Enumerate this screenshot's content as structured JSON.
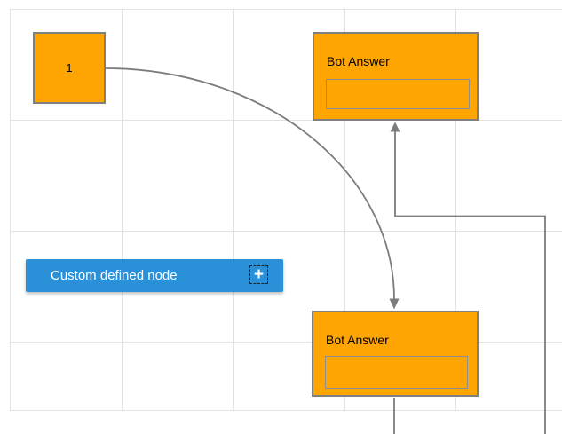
{
  "diagram": {
    "node_1": {
      "label": "1"
    },
    "bot_answer_top": {
      "title": "Bot Answer",
      "text_field_value": ""
    },
    "bot_answer_bottom": {
      "title": "Bot Answer",
      "text_field_value": ""
    },
    "custom_node": {
      "label": "Custom defined node",
      "plus_icon": "+"
    }
  },
  "colors": {
    "node_fill": "#ffa502",
    "node_border": "#7f7f7f",
    "node_inner_border": "#8d8d8d",
    "custom_node_fill": "#2a90d8",
    "custom_node_text": "#ffffff",
    "connector": "#7c7c7c",
    "grid_line": "#e2e2e2",
    "node_text": "#000000",
    "background": "#ffffff"
  }
}
